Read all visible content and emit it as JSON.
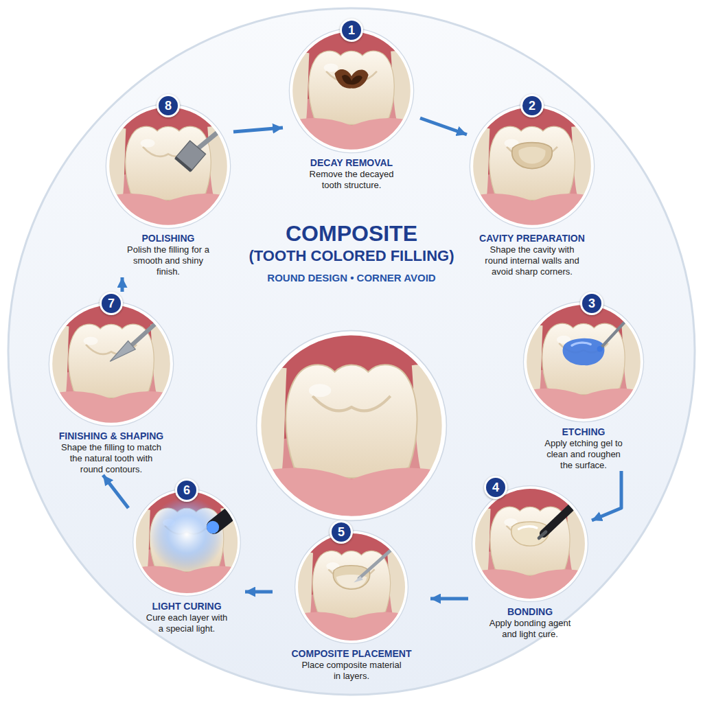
{
  "diagram": {
    "title": "COMPOSITE",
    "nodes": [
      {
        "text": [
          "1",
          "DECAY REMOVAL",
          "Remove the decayed tooth structure."
        ]
      },
      {
        "text": [
          "2",
          "CAVITY PREPARATION",
          "Shape the cavity with round internal walls and avoid sharp corners."
        ]
      },
      {
        "text": [
          "3",
          "ETCHING",
          "Apply etching gel to clean and roughen the surface."
        ]
      },
      {
        "text": [
          "4",
          "BONDING",
          "Apply bonding agent and light cure."
        ]
      },
      {
        "text": [
          "5",
          "COMPOSITE PLACEMENT",
          "Place composite material in layers."
        ]
      },
      {
        "text": [
          "6",
          "LIGHT CURING",
          "Cure each layer with a special light."
        ]
      },
      {
        "text": [
          "7",
          "FINISHING & SHAPING",
          "Shape the filling to match the natural tooth with round contours."
        ]
      },
      {
        "text": [
          "8",
          "POLISHING",
          "Polish the filling for a smooth and shiny finish."
        ]
      }
    ],
    "edges": [
      {
        "from": 7,
        "to": 0,
        "arrow": "to"
      },
      {
        "from": 0,
        "to": 1,
        "arrow": "to"
      },
      {
        "from": 2,
        "to": 3,
        "arrow": "to"
      },
      {
        "from": 3,
        "to": 4,
        "arrow": "to"
      },
      {
        "from": 4,
        "to": 5,
        "arrow": "to"
      },
      {
        "from": 5,
        "to": 6,
        "arrow": "to"
      },
      {
        "from": 6,
        "to": 7,
        "arrow": "to"
      }
    ],
    "labels": [
      "(TOOTH COLORED FILLING)",
      "ROUND DESIGN • CORNER AVOID"
    ]
  }
}
